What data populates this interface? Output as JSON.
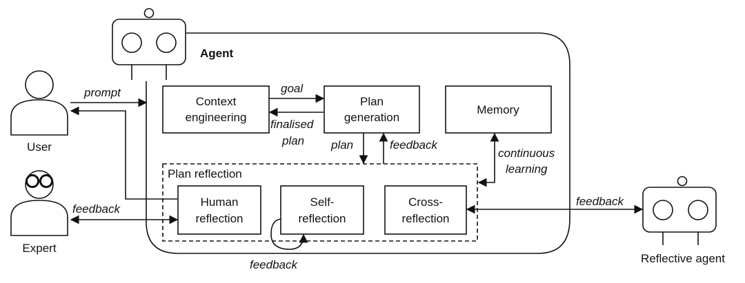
{
  "diagram": {
    "agent_label": "Agent",
    "actors": {
      "user": "User",
      "expert": "Expert",
      "reflective_agent": "Reflective agent"
    },
    "boxes": {
      "context_engineering": [
        "Context",
        "engineering"
      ],
      "plan_generation": [
        "Plan",
        "generation"
      ],
      "memory": "Memory",
      "plan_reflection": "Plan reflection",
      "human_reflection": [
        "Human",
        "reflection"
      ],
      "self_reflection": [
        "Self-",
        "reflection"
      ],
      "cross_reflection": [
        "Cross-",
        "reflection"
      ]
    },
    "edge_labels": {
      "prompt": "prompt",
      "goal": "goal",
      "finalised_plan": [
        "finalised",
        "plan"
      ],
      "plan": "plan",
      "feedback_plan": "feedback",
      "continuous_learning": [
        "continuous",
        "learning"
      ],
      "feedback_expert": "feedback",
      "feedback_self": "feedback",
      "feedback_reflective": "feedback"
    }
  }
}
